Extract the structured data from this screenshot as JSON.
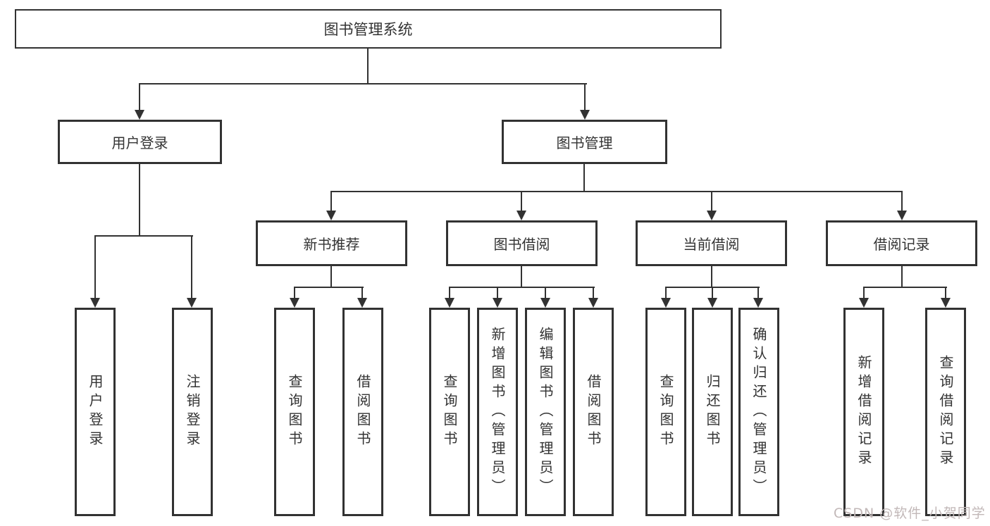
{
  "title": "图书管理系统",
  "watermark": "CSDN @软件_小贺同学",
  "colors": {
    "line": "#323232",
    "text": "#333333",
    "background": "#ffffff",
    "watermark": "#c2b8b8"
  },
  "tree": {
    "root": {
      "label": "图书管理系统"
    },
    "children": [
      {
        "label": "用户登录",
        "children": [
          {
            "label": "用户登录"
          },
          {
            "label": "注销登录"
          }
        ]
      },
      {
        "label": "图书管理",
        "children": [
          {
            "label": "新书推荐",
            "children": [
              {
                "label": "查询图书"
              },
              {
                "label": "借阅图书"
              }
            ]
          },
          {
            "label": "图书借阅",
            "children": [
              {
                "label": "查询图书"
              },
              {
                "label": "新增图书（管理员）"
              },
              {
                "label": "编辑图书（管理员）"
              },
              {
                "label": "借阅图书"
              }
            ]
          },
          {
            "label": "当前借阅",
            "children": [
              {
                "label": "查询图书"
              },
              {
                "label": "归还图书"
              },
              {
                "label": "确认归还（管理员）"
              }
            ]
          },
          {
            "label": "借阅记录",
            "children": [
              {
                "label": "新增借阅记录"
              },
              {
                "label": "查询借阅记录"
              }
            ]
          }
        ]
      }
    ]
  }
}
